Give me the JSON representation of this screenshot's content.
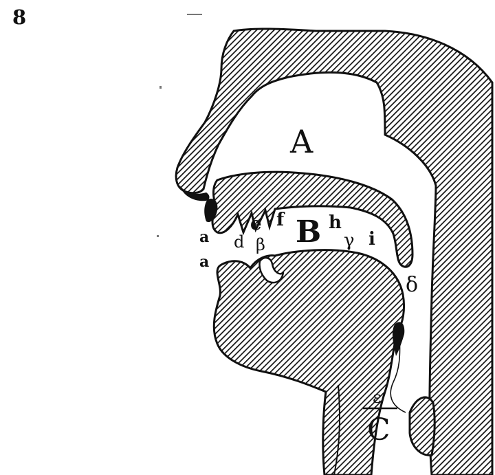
{
  "page": {
    "number": "8"
  },
  "figure": {
    "labels": {
      "A": "A",
      "B": "B",
      "C": "C",
      "a1": "a",
      "a2": "a",
      "d": "d",
      "e": "e",
      "f": "f",
      "h": "h",
      "i": "i",
      "beta": "β",
      "gamma": "γ",
      "delta": "δ",
      "epsilon": "ε"
    },
    "colors": {
      "ink": "#111111",
      "paper": "#ffffff"
    }
  }
}
